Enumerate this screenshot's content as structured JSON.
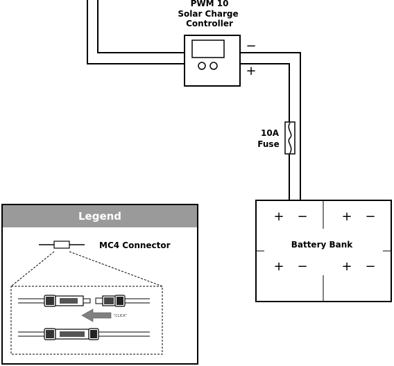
{
  "controller": {
    "title_line1": "PWM 10",
    "title_line2": "Solar Charge",
    "title_line3": "Controller",
    "neg_sign": "−",
    "pos_sign": "+"
  },
  "fuse": {
    "label_line1": "10A",
    "label_line2": "Fuse"
  },
  "battery": {
    "label": "Battery Bank",
    "cells": [
      {
        "pos": "+",
        "neg": "−"
      },
      {
        "pos": "+",
        "neg": "−"
      },
      {
        "pos": "+",
        "neg": "−"
      },
      {
        "pos": "+",
        "neg": "−"
      }
    ]
  },
  "legend": {
    "title": "Legend",
    "mc4_label": "MC4 Connector",
    "click_text": "\"CLICK\""
  }
}
